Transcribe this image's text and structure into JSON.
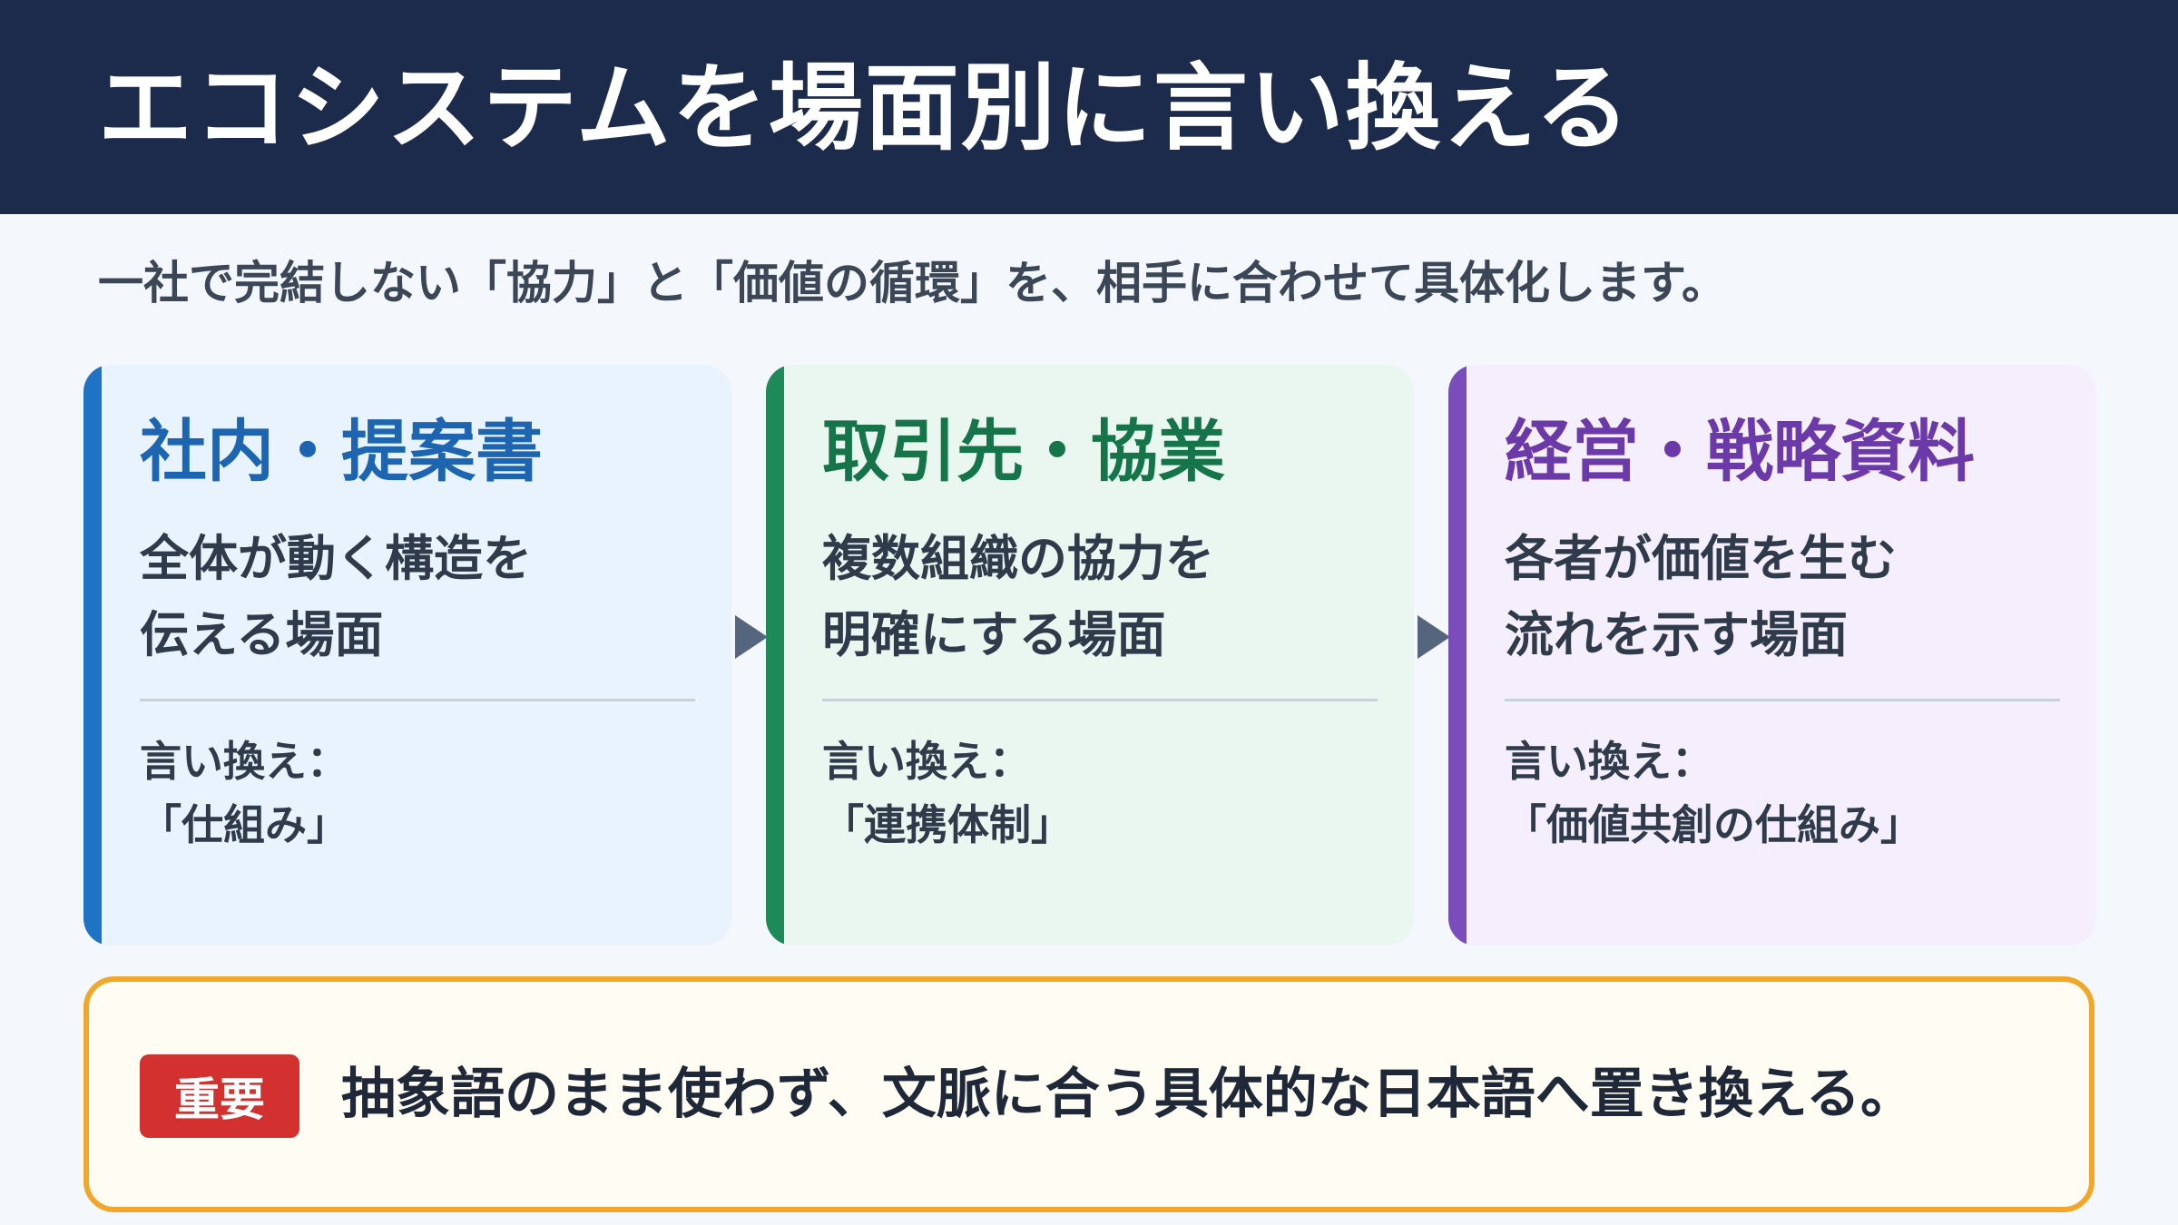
{
  "header": {
    "title": "エコシステムを場面別に言い換える"
  },
  "subtitle": "一社で完結しない「協力」と「価値の循環」を、相手に合わせて具体化します。",
  "cards": [
    {
      "title": "社内・提案書",
      "description": "全体が動く構造を\n伝える場面",
      "rephrase_label": "言い換え：",
      "rephrase_value": "「仕組み」",
      "accent_color": "#1f73c4",
      "title_color": "#1d65b0",
      "background_color": "#e9f3fd"
    },
    {
      "title": "取引先・協業",
      "description": "複数組織の協力を\n明確にする場面",
      "rephrase_label": "言い換え：",
      "rephrase_value": "「連携体制」",
      "accent_color": "#1e8a5a",
      "title_color": "#16744a",
      "background_color": "#eaf7f0"
    },
    {
      "title": "経営・戦略資料",
      "description": "各者が価値を生む\n流れを示す場面",
      "rephrase_label": "言い換え：",
      "rephrase_value": "「価値共創の仕組み」",
      "accent_color": "#7b4dbb",
      "title_color": "#6c3aa8",
      "background_color": "#f4eefd"
    }
  ],
  "note": {
    "badge": "重要",
    "text": "抽象語のまま使わず、文脈に合う具体的な日本語へ置き換える。"
  },
  "icons": {
    "arrow": "arrow-right-icon"
  }
}
